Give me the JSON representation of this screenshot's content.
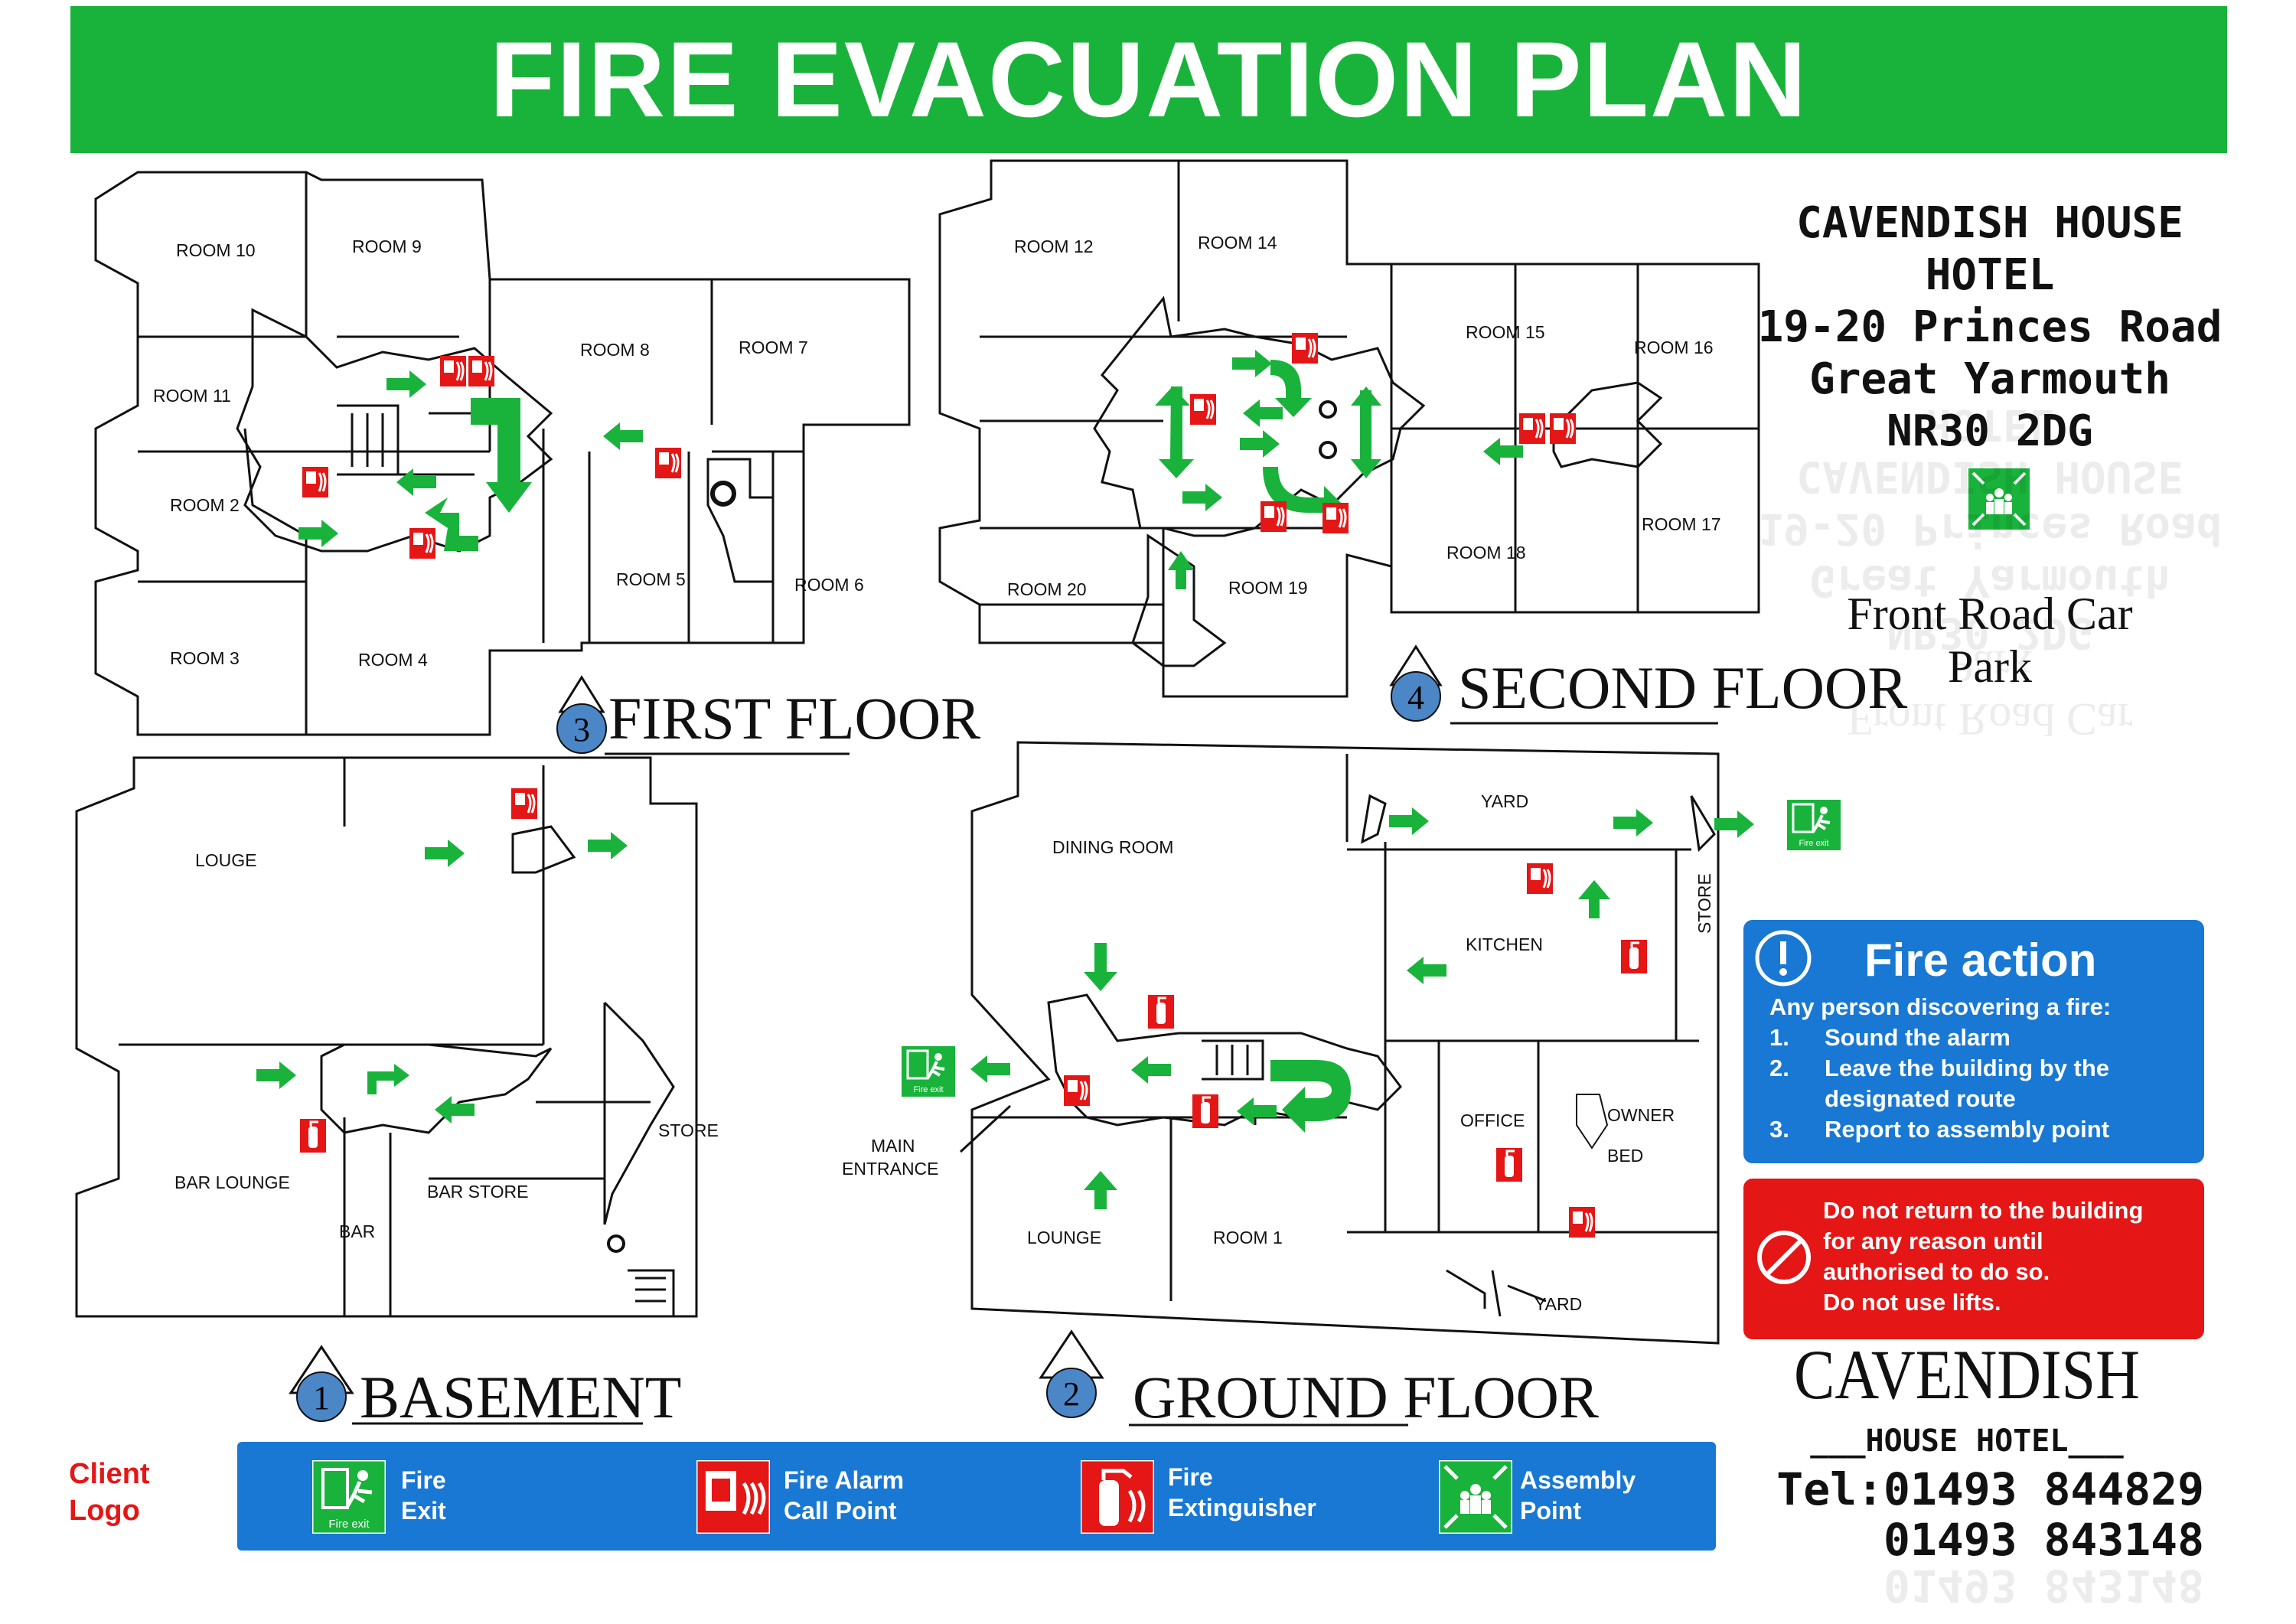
{
  "title": "FIRE EVACUATION PLAN",
  "colors": {
    "green": "#19b33b",
    "blue": "#1878d3",
    "red": "#e51616",
    "wall": "#111111"
  },
  "hotel": {
    "name_line": "CAVENDISH HOUSE HOTEL",
    "address_1": "19-20 Princes Road",
    "address_2": "Great Yarmouth",
    "postcode": "NR30 2DG",
    "assembly_point": "Front Road Car Park",
    "logo_title": "CAVENDISH",
    "logo_subtitle": "___HOUSE HOTEL___",
    "tel_1": "Tel:01493 844829",
    "tel_2": "01493 843148"
  },
  "floors": {
    "first": {
      "number": "3",
      "title": "FIRST FLOOR",
      "rooms": [
        "ROOM 10",
        "ROOM 9",
        "ROOM 11",
        "ROOM 8",
        "ROOM 7",
        "ROOM 2",
        "ROOM 5",
        "ROOM 6",
        "ROOM 3",
        "ROOM 4"
      ]
    },
    "second": {
      "number": "4",
      "title": "SECOND FLOOR",
      "rooms": [
        "ROOM 12",
        "ROOM 14",
        "ROOM 15",
        "ROOM 16",
        "ROOM 17",
        "ROOM 18",
        "ROOM 20",
        "ROOM 19"
      ]
    },
    "basement": {
      "number": "1",
      "title": "BASEMENT",
      "rooms": [
        "LOUGE",
        "BAR LOUNGE",
        "BAR STORE",
        "BAR",
        "STORE"
      ]
    },
    "ground": {
      "number": "2",
      "title": "GROUND FLOOR",
      "rooms": [
        "DINING ROOM",
        "YARD",
        "KITCHEN",
        "STORE",
        "OFFICE",
        "OWNER",
        "BED",
        "LOUNGE",
        "ROOM 1",
        "YARD"
      ],
      "main_entrance_1": "MAIN",
      "main_entrance_2": "ENTRANCE"
    }
  },
  "fire_action": {
    "title": "Fire action",
    "intro": "Any person discovering a fire:",
    "steps": [
      {
        "num": "1.",
        "text": "Sound the alarm"
      },
      {
        "num": "2.",
        "text": "Leave the building by the"
      },
      {
        "num": "",
        "text": "designated route"
      },
      {
        "num": "3.",
        "text": "Report to assembly point"
      }
    ],
    "warning": [
      "Do not return to the building",
      "for any reason until",
      "authorised to do so.",
      "Do not use lifts."
    ]
  },
  "legend": {
    "items": [
      {
        "l1": "Fire",
        "l2": "Exit",
        "icon": "fire-exit-icon"
      },
      {
        "l1": "Fire Alarm",
        "l2": "Call Point",
        "icon": "fire-alarm-call-point-icon"
      },
      {
        "l1": "Fire",
        "l2": "Extinguisher",
        "icon": "fire-extinguisher-icon"
      },
      {
        "l1": "Assembly",
        "l2": "Point",
        "icon": "assembly-point-icon"
      }
    ],
    "fire_exit_sign_text": "Fire exit"
  },
  "client_logo": [
    "Client",
    "Logo"
  ]
}
